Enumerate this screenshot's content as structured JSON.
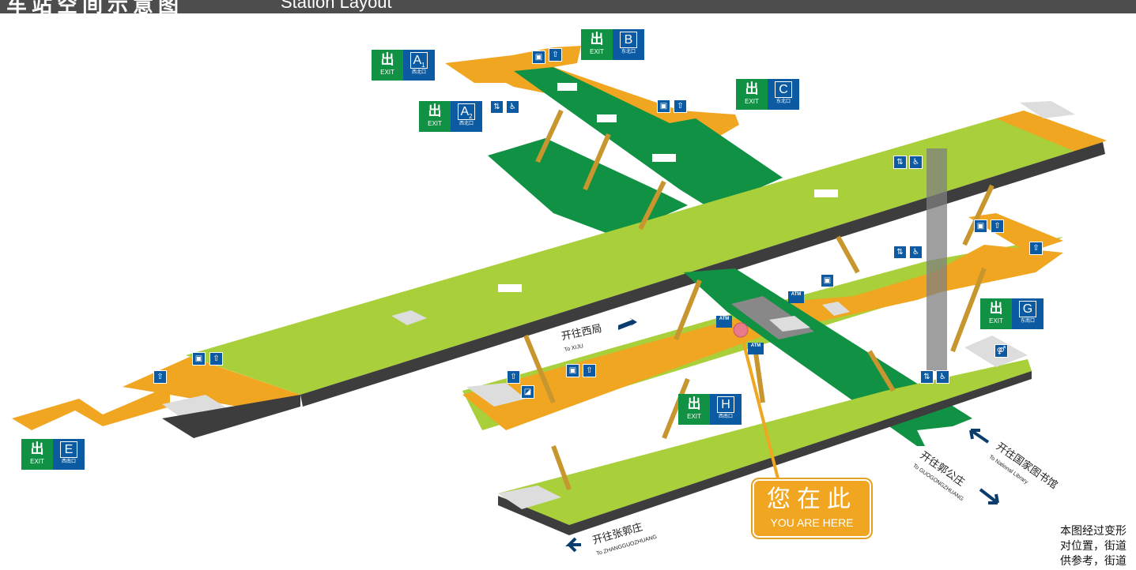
{
  "header": {
    "title_zh": "车站空间示意图",
    "title_en": "Station Layout"
  },
  "exits": [
    {
      "letter": "A",
      "sub": "1",
      "zh": "西北口",
      "label": "出",
      "exit_word": "EXIT"
    },
    {
      "letter": "A",
      "sub": "2",
      "zh": "西北口",
      "label": "出",
      "exit_word": "EXIT"
    },
    {
      "letter": "B",
      "sub": "",
      "zh": "东北口",
      "label": "出",
      "exit_word": "EXIT"
    },
    {
      "letter": "C",
      "sub": "",
      "zh": "东北口",
      "label": "出",
      "exit_word": "EXIT"
    },
    {
      "letter": "E",
      "sub": "",
      "zh": "西南口",
      "label": "出",
      "exit_word": "EXIT"
    },
    {
      "letter": "G",
      "sub": "",
      "zh": "东南口",
      "label": "出",
      "exit_word": "EXIT"
    },
    {
      "letter": "H",
      "sub": "",
      "zh": "西南口",
      "label": "出",
      "exit_word": "EXIT"
    }
  ],
  "directions": {
    "xiju": {
      "zh": "开往西局",
      "en": "To XIJU"
    },
    "zhangguozhuang": {
      "zh": "开往张郭庄",
      "en": "To ZHANGGUOZHUANG"
    },
    "guogongzhuang": {
      "zh": "开往郭公庄",
      "en": "To GUOGONGZHUANG"
    },
    "national_library": {
      "zh": "开往国家图书馆",
      "en": "To National Library"
    }
  },
  "you_are_here": {
    "zh": "您在此",
    "en": "YOU ARE HERE"
  },
  "note": [
    "本图经过变形",
    "对位置，街道",
    "供参考，街道"
  ],
  "atm_label": "ATM",
  "colors": {
    "lime": "#a9cf3a",
    "orange": "#f0a620",
    "green": "#119143",
    "blue": "#0b5aa2"
  }
}
